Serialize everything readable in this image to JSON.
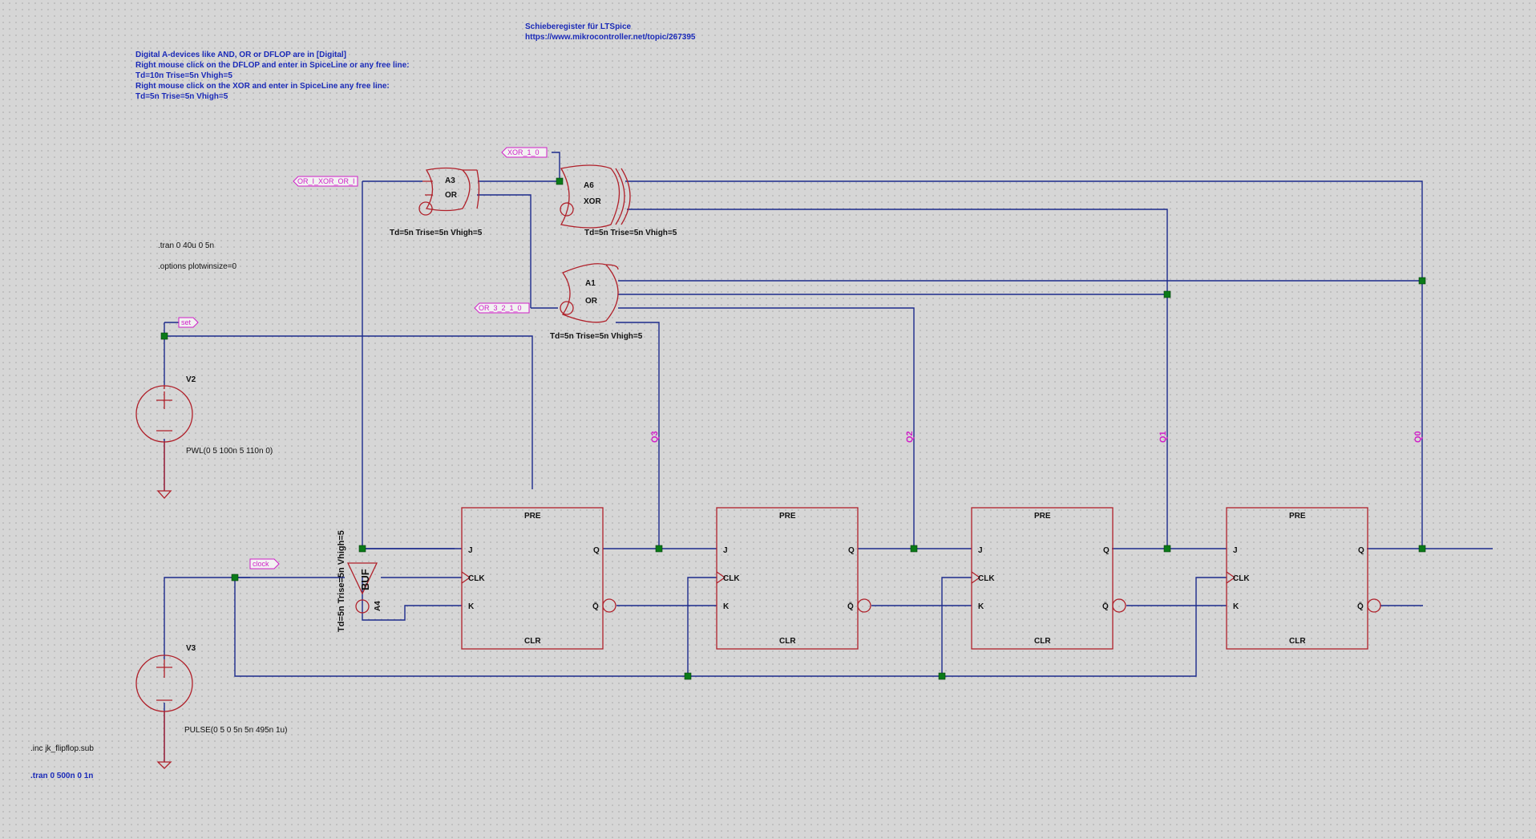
{
  "header": {
    "title": "Schieberegister für LTSpice",
    "url": "https://www.mikrocontroller.net/topic/267395"
  },
  "notes": [
    "Digital A-devices like AND, OR or DFLOP are in [Digital]",
    "Right mouse click on the DFLOP and enter in SpiceLine or any free line:",
    "Td=10n Trise=5n  Vhigh=5",
    "Right mouse click on the XOR and enter in SpiceLine any free line:",
    "Td=5n Trise=5n  Vhigh=5"
  ],
  "directives": {
    "tran_a": ".tran 0 40u 0 5n",
    "options": ".options plotwinsize=0",
    "include": ".inc jk_flipflop.sub",
    "tran_b": ".tran 0 500n 0 1n"
  },
  "sources": {
    "v2": {
      "name": "V2",
      "value": "PWL(0 5 100n 5 110n 0)"
    },
    "v3": {
      "name": "V3",
      "value": "PULSE(0 5 0 5n 5n 495n 1u)"
    }
  },
  "nets": {
    "set": "set",
    "clock": "clock",
    "or_xor": "OR_I_XOR_OR_I",
    "xor_in": "XOR_1_0",
    "or_in": "OR_3_2_1_0",
    "q3": "Q3",
    "q2": "Q2",
    "q1": "Q1",
    "q0": "Q0"
  },
  "gates": {
    "a3": {
      "name": "A3",
      "type": "OR",
      "spice": "Td=5n Trise=5n  Vhigh=5"
    },
    "a6": {
      "name": "A6",
      "type": "XOR",
      "spice": "Td=5n Trise=5n  Vhigh=5"
    },
    "a1": {
      "name": "A1",
      "type": "OR",
      "spice": "Td=5n Trise=5n  Vhigh=5"
    },
    "a4": {
      "name": "A4",
      "type": "BUF",
      "spice": "Td=5n Trise=5n  Vhigh=5"
    }
  },
  "flipflop_pins": {
    "pre": "PRE",
    "clr": "CLR",
    "j": "J",
    "k": "K",
    "clk": "CLK",
    "q": "Q",
    "qbar": "Q̄"
  },
  "colors": {
    "wire": "#1c2a8c",
    "component": "#b0202a",
    "junction": "#0a7a18",
    "net_label": "#d020c8",
    "comment_text": "#1a2ab8",
    "background": "#d6d6d6"
  }
}
